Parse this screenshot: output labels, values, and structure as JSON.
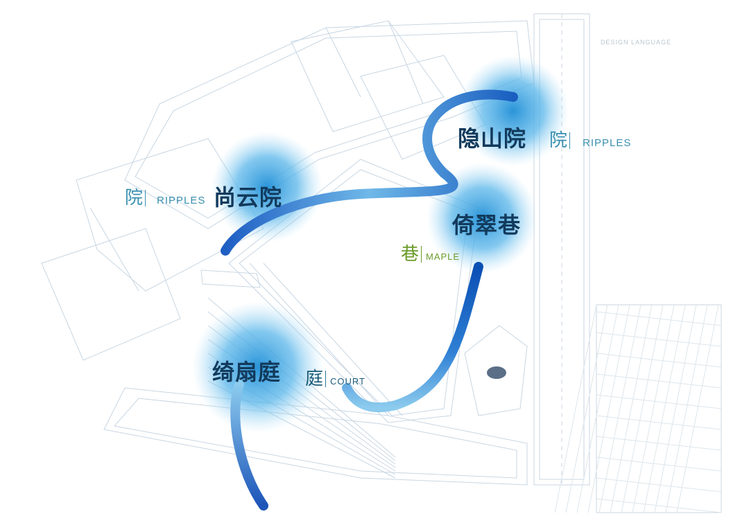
{
  "header": {
    "text": "DESIGN LANGUAGE"
  },
  "zones": [
    {
      "id": "yinshanyuan",
      "name": "隐山院",
      "char": "院",
      "word": "RIPPLES"
    },
    {
      "id": "shangyunyuan",
      "name": "尚云院",
      "char": "院",
      "word": "RIPPLES"
    },
    {
      "id": "yicuixiang",
      "name": "倚翠巷",
      "char": "巷",
      "word": "MAPLE"
    },
    {
      "id": "qishanting",
      "name": "绮扇庭",
      "char": "庭",
      "word": "COURT"
    }
  ],
  "colors": {
    "path_light": "#7fc3e8",
    "path_dark": "#0a4fb4",
    "tree_blue": "#3fa6e0",
    "zone_text": "#123a5c",
    "teal": "#3a8fb0",
    "green": "#6a9b2a",
    "linework": "#c8d6e2"
  }
}
